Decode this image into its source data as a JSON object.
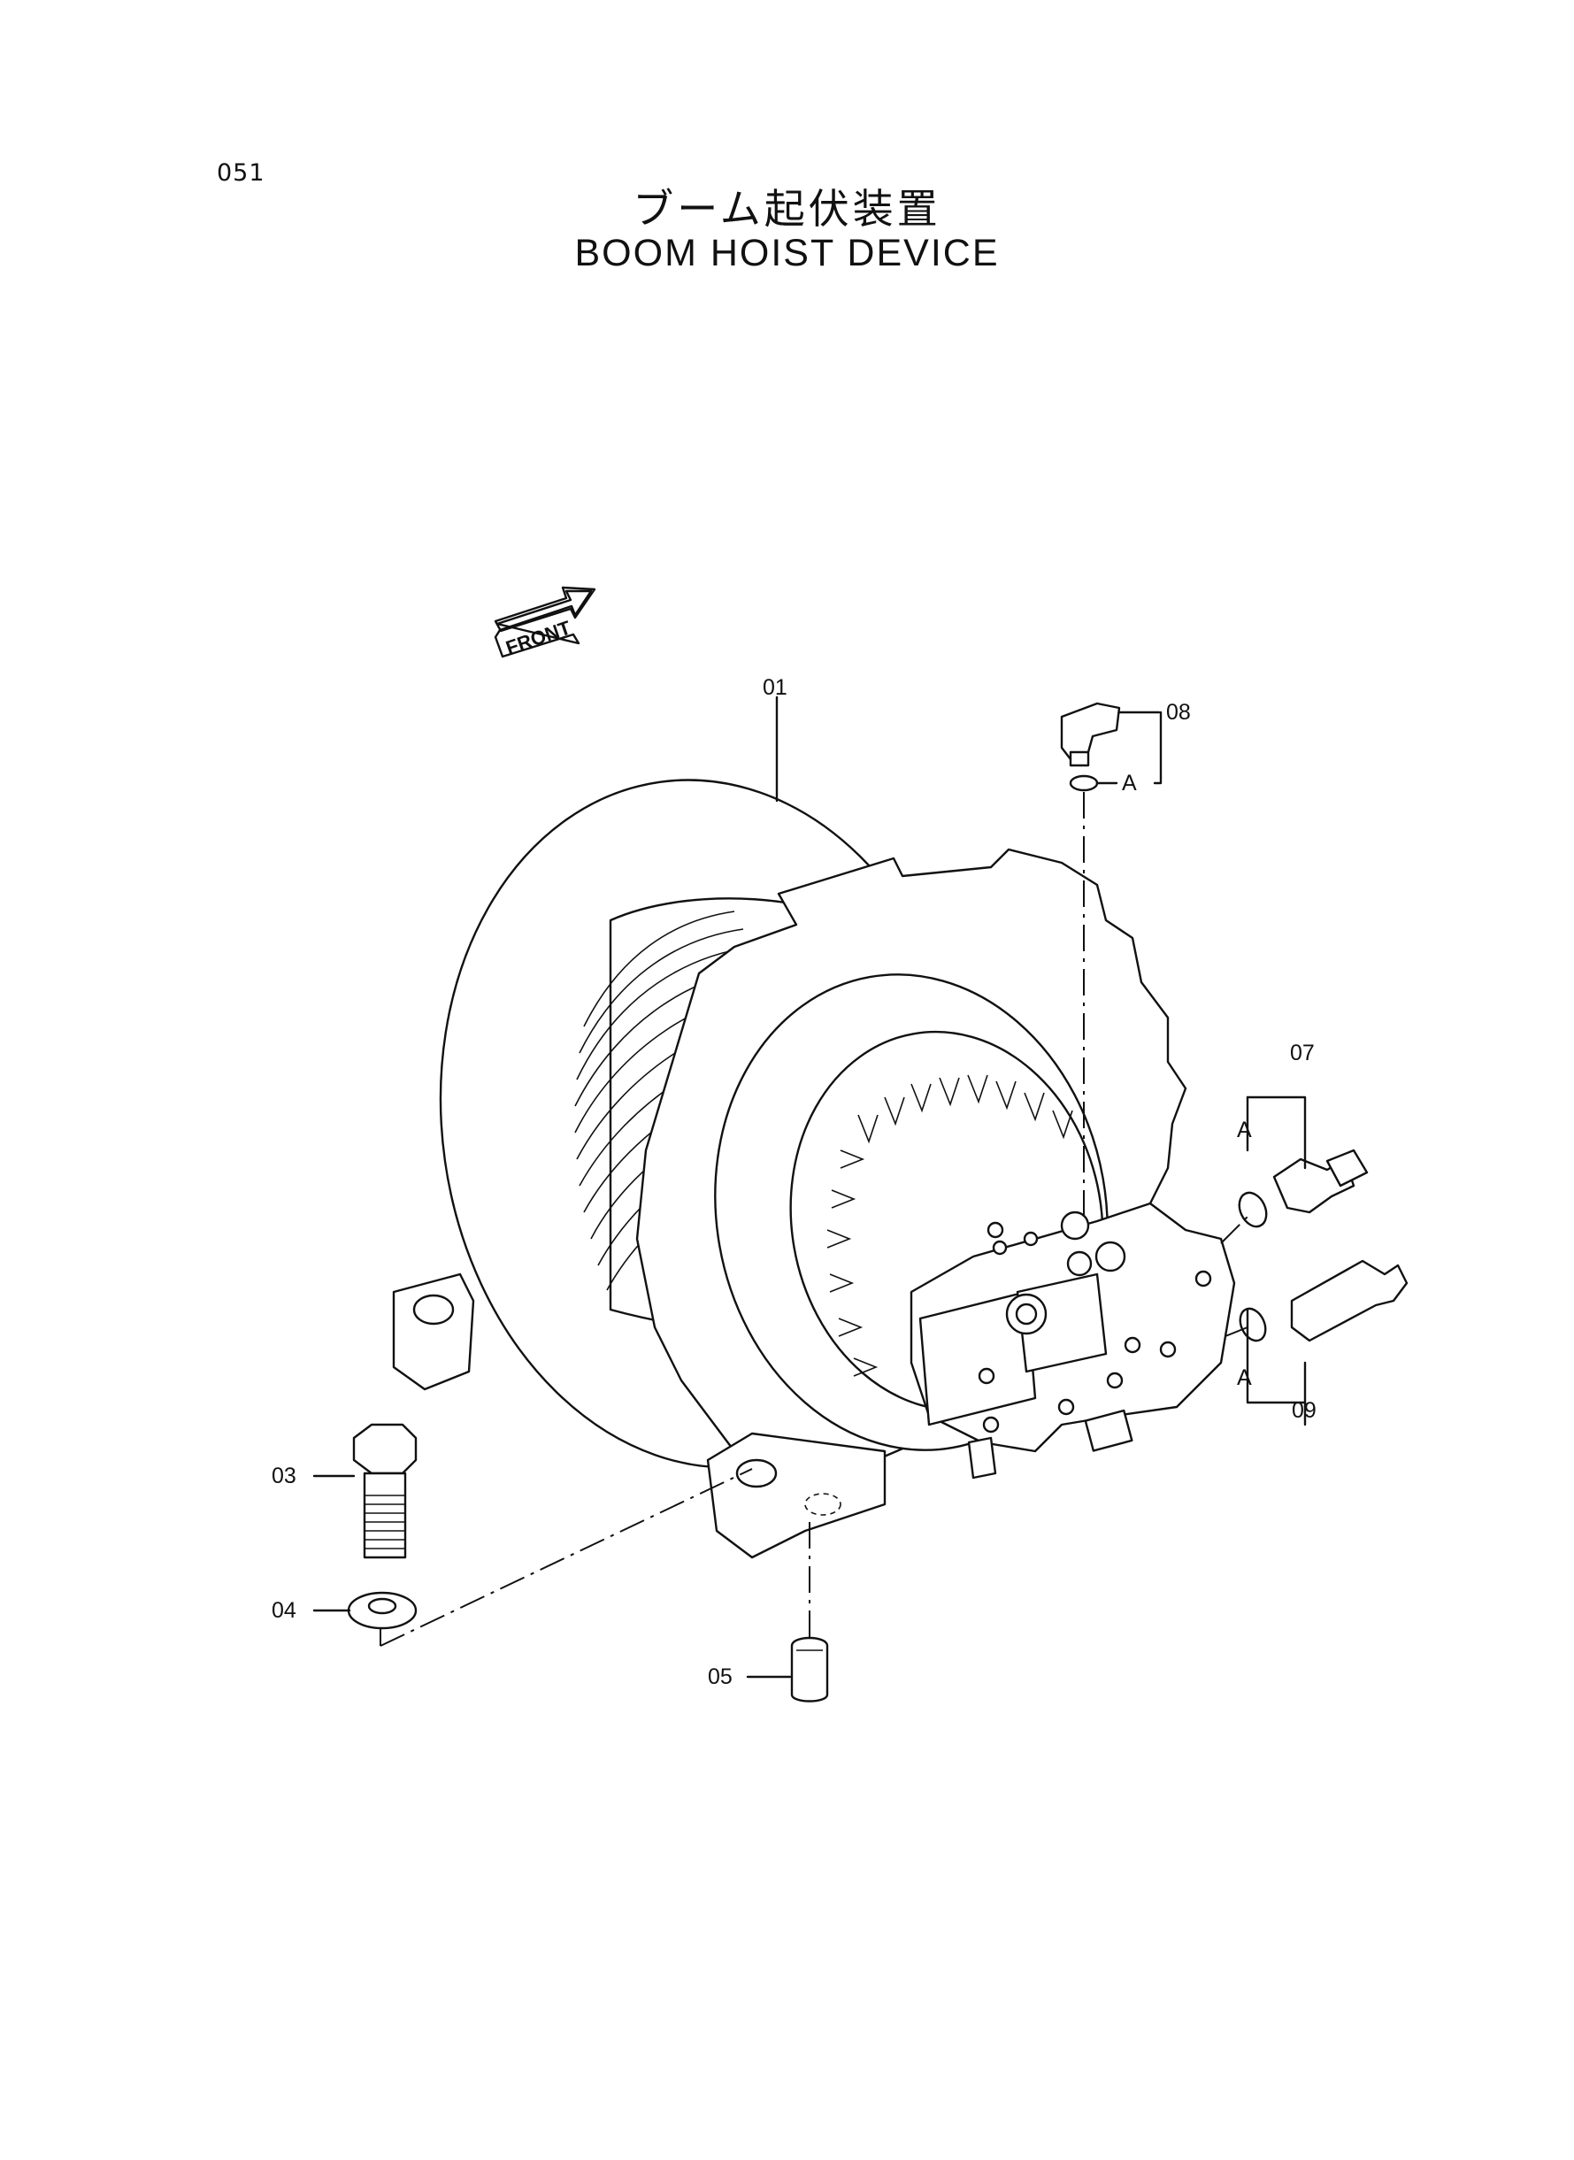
{
  "header": {
    "page_number": "051",
    "title_jp": "ブーム起伏装置",
    "title_en": "BOOM HOIST DEVICE"
  },
  "front_marker": {
    "label": "FRONT"
  },
  "callouts": [
    {
      "id": "01",
      "label": "01"
    },
    {
      "id": "03",
      "label": "03"
    },
    {
      "id": "04",
      "label": "04"
    },
    {
      "id": "05",
      "label": "05"
    },
    {
      "id": "07",
      "label": "07"
    },
    {
      "id": "08",
      "label": "08"
    },
    {
      "id": "09",
      "label": "09"
    }
  ],
  "reference_marks": [
    {
      "id": "A-08",
      "label": "A"
    },
    {
      "id": "A-07",
      "label": "A"
    },
    {
      "id": "A-09",
      "label": "A"
    }
  ]
}
